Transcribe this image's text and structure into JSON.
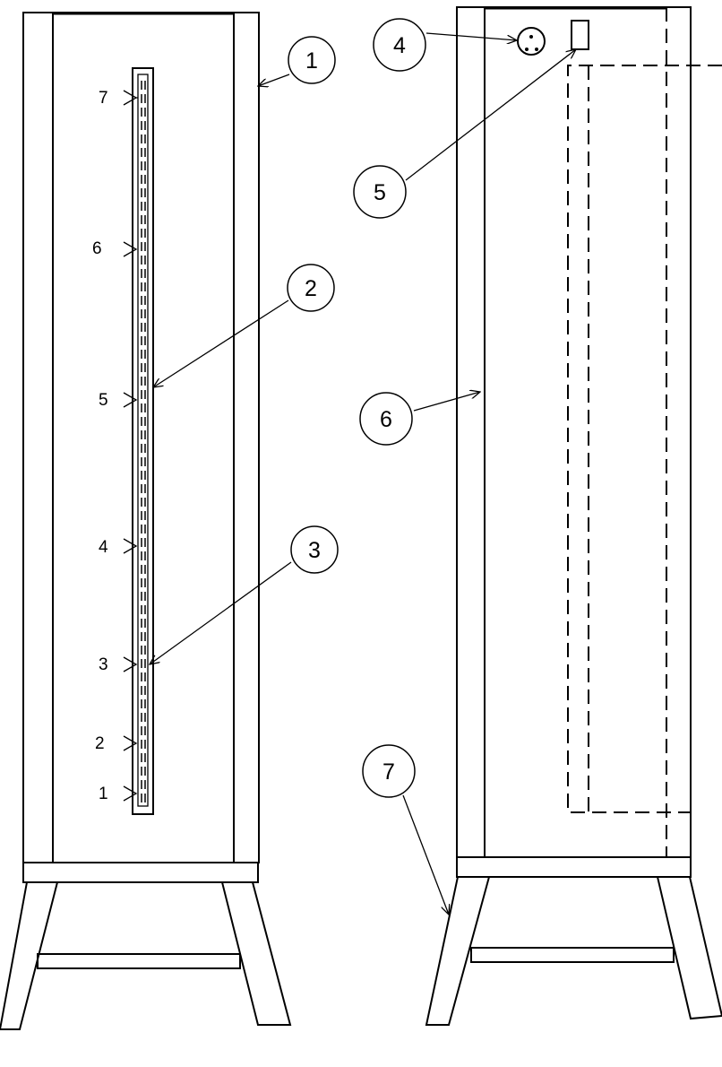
{
  "callouts": [
    {
      "id": "1",
      "label": "1"
    },
    {
      "id": "2",
      "label": "2"
    },
    {
      "id": "3",
      "label": "3"
    },
    {
      "id": "4",
      "label": "4"
    },
    {
      "id": "5",
      "label": "5"
    },
    {
      "id": "6",
      "label": "6"
    },
    {
      "id": "7",
      "label": "7"
    }
  ],
  "level_marks": [
    "1",
    "2",
    "3",
    "4",
    "5",
    "6",
    "7"
  ],
  "colors": {
    "line": "#000000",
    "background": "#ffffff"
  }
}
